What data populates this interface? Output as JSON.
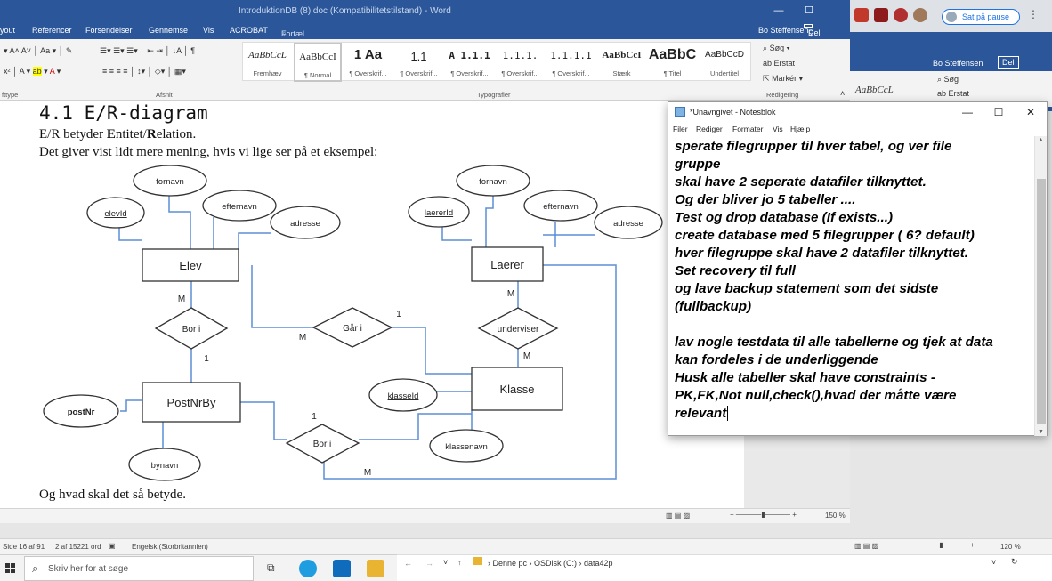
{
  "word": {
    "title": "IntroduktionDB (8).doc (Kompatibilitetstilstand) - Word",
    "tabs": [
      "yout",
      "Referencer",
      "Forsendelser",
      "Gennemse",
      "Vis",
      "ACROBAT"
    ],
    "tell_me": "Fortæl mig, hvad du vil gøre...",
    "user": "Bo Steffensen",
    "share": "Del",
    "styles": [
      {
        "preview": "AaBbCcL",
        "name": "Fremhæv"
      },
      {
        "preview": "AaBbCcI",
        "name": "¶ Normal"
      },
      {
        "preview": "1  Aa",
        "name": "¶ Overskrif..."
      },
      {
        "preview": "1.1",
        "name": "¶ Overskrif..."
      },
      {
        "preview": "A  1.1.1",
        "name": "¶ Overskrif..."
      },
      {
        "preview": "1.1.1.",
        "name": "¶ Overskrif..."
      },
      {
        "preview": "1.1.1.1",
        "name": "¶ Overskrif..."
      },
      {
        "preview": "AaBbCcI",
        "name": "Stærk"
      },
      {
        "preview": "AaBbC",
        "name": "¶ Titel"
      },
      {
        "preview": "AaBbCcD",
        "name": "Undertitel"
      }
    ],
    "groups": {
      "font": "fttype",
      "paragraph": "Afsnit",
      "styles": "Typografier",
      "editing": "Redigering"
    },
    "editing": {
      "search": "Søg",
      "replace": "Erstat",
      "select": "Markér"
    },
    "heading": "4.1  E/R-diagram",
    "line1_parts": [
      "E/R betyder ",
      "E",
      "ntitet/",
      "R",
      "elation."
    ],
    "line2": "Det giver vist lidt mere mening, hvis vi lige ser på et eksempel:",
    "line3": "Og hvad skal det så betyde.",
    "zoom_inner": "150 %",
    "status": {
      "page": "Side 16 af 91",
      "words": "2 af 15221 ord",
      "language": "Engelsk (Storbritannien)",
      "zoom": "120 %"
    }
  },
  "er_diagram": {
    "entities": [
      "Elev",
      "Laerer",
      "PostNrBy",
      "Klasse"
    ],
    "relations": [
      "Bor i",
      "Går i",
      "underviser",
      "Bor i"
    ],
    "attributes": [
      "fornavn",
      "efternavn",
      "adresse",
      "elevId",
      "fornavn",
      "efternavn",
      "adresse",
      "laererId",
      "postNr",
      "bynavn",
      "klasseId",
      "klassenavn"
    ],
    "cardinalities": [
      "M",
      "1",
      "M",
      "1",
      "M",
      "M",
      "1",
      "M"
    ]
  },
  "bg_window": {
    "user": "Bo Steffensen",
    "share": "Del",
    "search": "Søg",
    "replace": "Erstat",
    "style_preview": "AaBbCcL",
    "browser_button": "Sat på pause"
  },
  "notepad": {
    "title": "*Unavngivet - Notesblok",
    "menu": [
      "Filer",
      "Rediger",
      "Formater",
      "Vis",
      "Hjælp"
    ],
    "lines": [
      "sperate filegrupper til hver tabel, og ver file",
      "gruppe",
      "skal have 2 seperate datafiler tilknyttet.",
      "Og der bliver jo 5 tabeller ....",
      "Test og drop database (If exists...)",
      "create database med 5 filegrupper ( 6? default)",
      "hver filegruppe skal have 2 datafiler tilknyttet.",
      "Set recovery til full",
      "og lave backup statement som det sidste",
      "(fullbackup)",
      "",
      "lav nogle testdata til alle tabellerne og tjek at data",
      "kan fordeles i de underliggende",
      "Husk alle tabeller skal have constraints -",
      "PK,FK,Not null,check(),hvad der måtte være",
      "relevant"
    ]
  },
  "taskbar": {
    "search_placeholder": "Skriv her for at søge"
  },
  "explorer": {
    "path": [
      "Denne pc",
      "OSDisk (C:)",
      "data42p"
    ]
  },
  "colors": {
    "word_blue": "#2b579a",
    "er_line": "#5b8ed6"
  }
}
